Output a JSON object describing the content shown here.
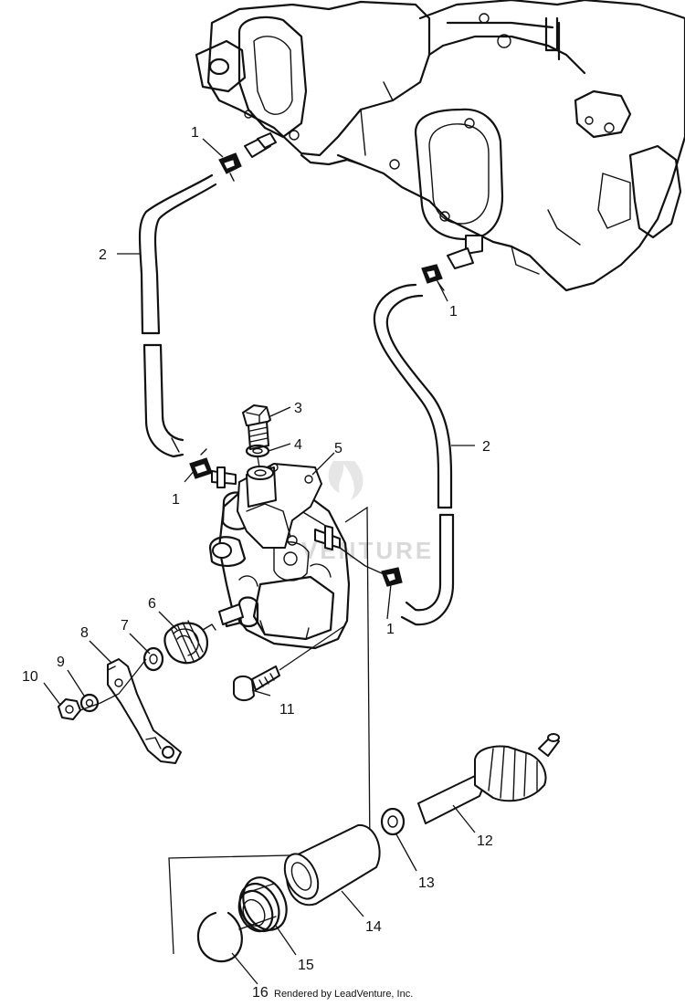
{
  "callouts": {
    "c1a": "1",
    "c1b": "1",
    "c1c": "1",
    "c1d": "1",
    "c2a": "2",
    "c2b": "2",
    "c3": "3",
    "c4": "4",
    "c5": "5",
    "c6": "6",
    "c7": "7",
    "c8": "8",
    "c9": "9",
    "c10": "10",
    "c11": "11",
    "c12": "12",
    "c13": "13",
    "c14": "14",
    "c15": "15",
    "c16": "16"
  },
  "credit": "Rendered by LeadVenture, Inc.",
  "watermark": "VENTURE"
}
